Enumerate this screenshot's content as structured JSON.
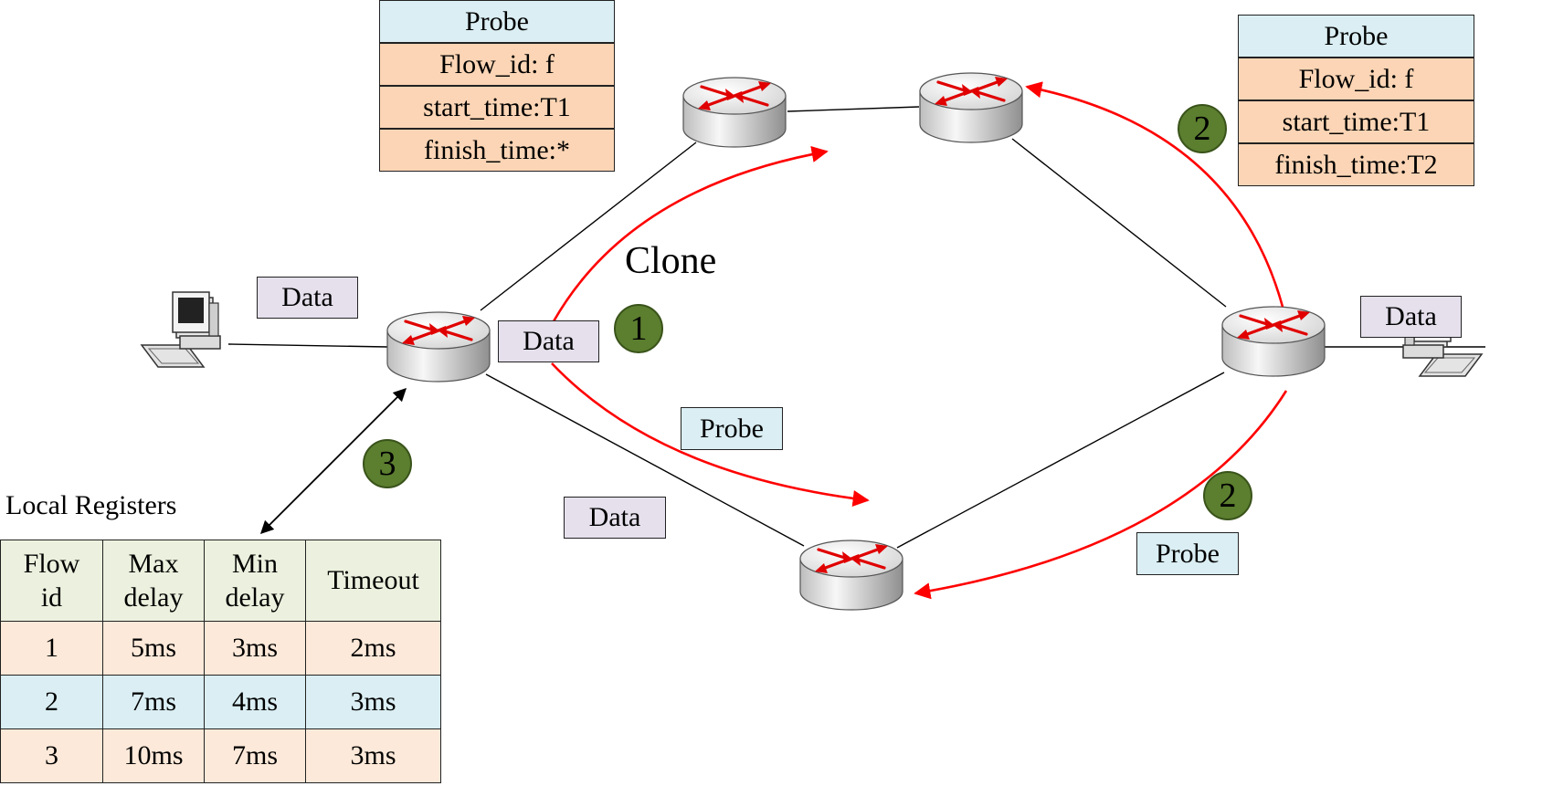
{
  "probe_packet_left": {
    "header": "Probe",
    "fields": [
      "Flow_id: f",
      "start_time:T1",
      "finish_time:*"
    ]
  },
  "probe_packet_right": {
    "header": "Probe",
    "fields": [
      "Flow_id: f",
      "start_time:T1",
      "finish_time:T2"
    ]
  },
  "labels": {
    "clone": "Clone",
    "data_left_host": "Data",
    "data_at_ingress": "Data",
    "data_lower_path": "Data",
    "data_right_host": "Data",
    "probe_lower_path": "Probe",
    "probe_right_return": "Probe"
  },
  "steps": {
    "step1": "1",
    "step2_upper": "2",
    "step2_lower": "2",
    "step3": "3"
  },
  "registers": {
    "title": "Local Registers",
    "columns": [
      "Flow id",
      "Max delay",
      "Min delay",
      "Timeout"
    ],
    "rows": [
      [
        "1",
        "5ms",
        "3ms",
        "2ms"
      ],
      [
        "2",
        "7ms",
        "4ms",
        "3ms"
      ],
      [
        "3",
        "10ms",
        "7ms",
        "3ms"
      ]
    ]
  },
  "colors": {
    "probe_header": "#daeef3",
    "probe_field": "#fbd5b5",
    "data_label": "#e5e0ec",
    "step_badge": "#5b7e2f",
    "arrow_red": "#ff0000",
    "register_header": "#ebf1de"
  }
}
